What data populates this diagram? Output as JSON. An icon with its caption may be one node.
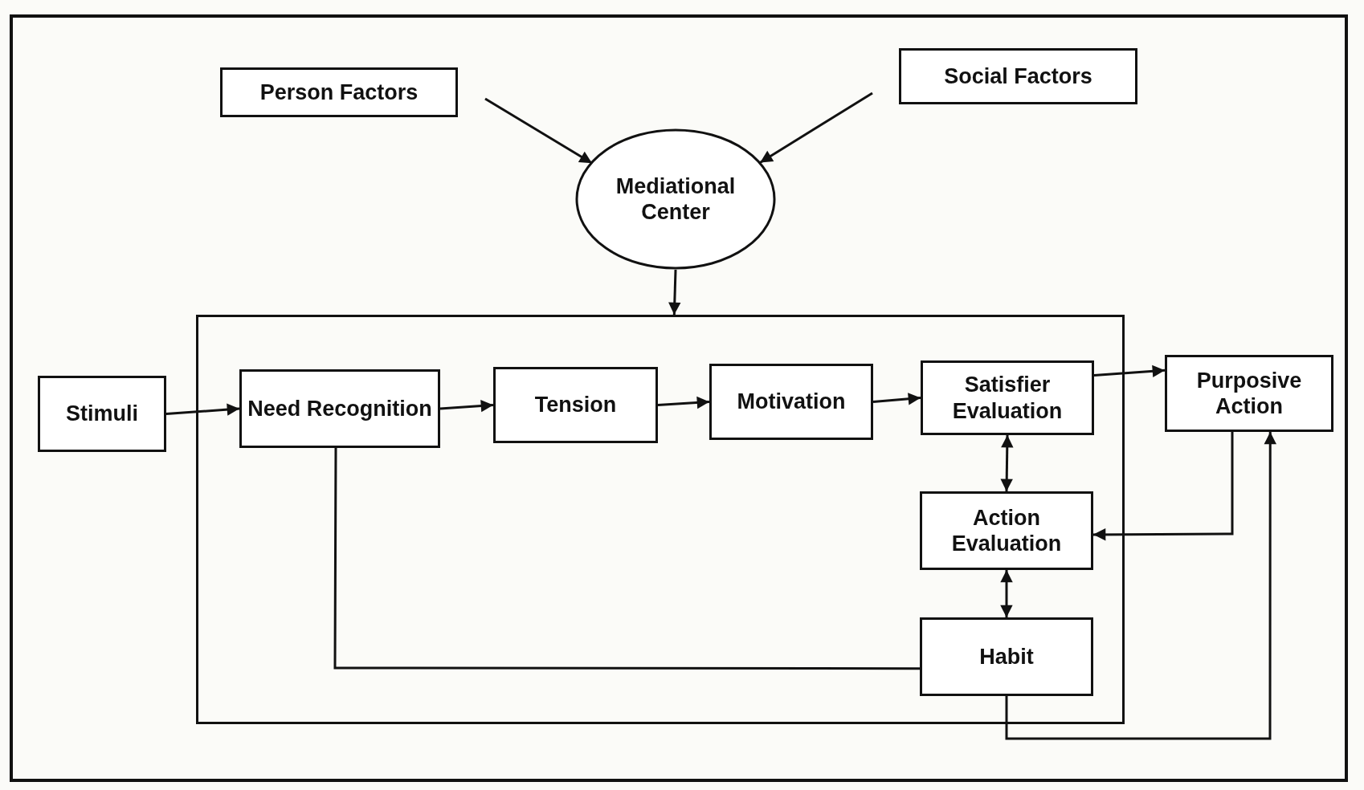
{
  "diagram": {
    "nodes": [
      {
        "text": [
          "Person Factors"
        ]
      },
      {
        "text": [
          "Social Factors"
        ]
      },
      {
        "text": [
          "Mediational Center"
        ]
      },
      {
        "text": [],
        "shape": "box"
      },
      {
        "text": [
          "Stimuli"
        ]
      },
      {
        "text": [
          "Need Recognition"
        ],
        "in": 3
      },
      {
        "text": [
          "Tension"
        ],
        "in": 3
      },
      {
        "text": [
          "Motivation"
        ],
        "in": 3
      },
      {
        "text": [
          "Satisfier Evaluation"
        ],
        "in": 3
      },
      {
        "text": [
          "Purposive Action"
        ]
      },
      {
        "text": [
          "Action Evaluation"
        ],
        "in": 3
      },
      {
        "text": [
          "Habit"
        ],
        "in": 3
      }
    ],
    "edges": [
      {
        "from": 0,
        "to": 2,
        "arrow": "to"
      },
      {
        "from": 1,
        "to": 2,
        "arrow": "to"
      },
      {
        "from": 2,
        "to": 3,
        "arrow": "to"
      },
      {
        "from": 4,
        "to": 5,
        "arrow": "to"
      },
      {
        "from": 5,
        "to": 6,
        "arrow": "to"
      },
      {
        "from": 6,
        "to": 7,
        "arrow": "to"
      },
      {
        "from": 7,
        "to": 8,
        "arrow": "to"
      },
      {
        "from": 8,
        "to": 9,
        "arrow": "to"
      },
      {
        "from": 8,
        "to": 10,
        "arrow": "both"
      },
      {
        "from": 10,
        "to": 11,
        "arrow": "both"
      },
      {
        "from": 5,
        "to": 11,
        "arrow": "none"
      },
      {
        "from": 9,
        "to": 10,
        "arrow": "to"
      },
      {
        "from": 11,
        "to": 9,
        "arrow": "to"
      }
    ]
  }
}
